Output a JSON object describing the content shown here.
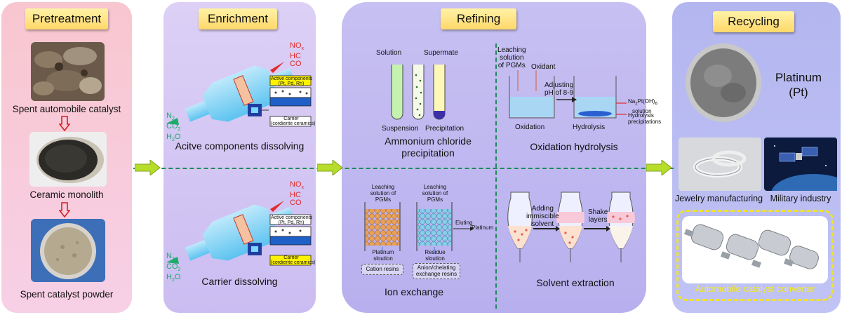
{
  "stages": {
    "pretreatment": "Pretreatment",
    "enrichment": "Enrichment",
    "refining": "Refining",
    "recycling": "Recycling"
  },
  "pretreatment": {
    "spent_catalyst": "Spent automobile catalyst",
    "ceramic_monolith": "Ceramic monolith",
    "catalyst_powder": "Spent catalyst powder"
  },
  "enrichment": {
    "gas_in": [
      "NO",
      "HC",
      "CO"
    ],
    "gas_out": [
      "N",
      "CO",
      "H",
      "O"
    ],
    "gas_in_sub": "x",
    "gas_out_sub": [
      "2",
      "2",
      "2"
    ],
    "active_box": "Active components",
    "active_box2": "(Pt, Pd, Rh)",
    "carrier_box": "Carrier",
    "carrier_box2": "(cordierite ceramics)",
    "top_label": "Acitve components dissolving",
    "bottom_label": "Carrier dissolving"
  },
  "refining": {
    "ammonium": {
      "solution": "Solution",
      "supermate": "Supermate",
      "suspension": "Suspension",
      "precipitation": "Precipitation",
      "title1": "Ammonium chloride",
      "title2": "precipitation"
    },
    "oxidation": {
      "leaching1": "Leaching",
      "leaching2": "solution",
      "leaching3": "of PGMs",
      "oxidant": "Oxidant",
      "adjusting1": "Adjusting",
      "adjusting2": "pH of 8-9",
      "product1a": "Na",
      "product1b": "Pt(OH)",
      "product1c": "solution",
      "hydro1": "Hydrolysis",
      "hydro2": "precipitations",
      "oxidation_lbl": "Oxidation",
      "hydrolysis_lbl": "Hydrolysis",
      "title": "Oxidation hydrolysis"
    },
    "ion": {
      "leach_a1": "Leaching",
      "leach_a2": "solution of",
      "leach_a3": "PGMs",
      "leach_b1": "Leaching",
      "leach_b2": "solution of",
      "leach_b3": "PGMs",
      "eluting": "Eluting",
      "platinum": "Platinum",
      "pt_sol1": "Platinum",
      "pt_sol2": "sloution",
      "res_sol1": "Residue",
      "res_sol2": "sloution",
      "cation": "Cation resins",
      "anion1": "Anion/chelating",
      "anion2": "exchange resins",
      "title": "Ion exchange"
    },
    "solvent": {
      "adding1": "Adding",
      "adding2": "immiscible",
      "adding3": "solvent",
      "shake1": "Shake",
      "shake2": "layers",
      "title": "Solvent extraction"
    }
  },
  "recycling": {
    "platinum1": "Platinum",
    "platinum2": "(Pt)",
    "jewelry": "Jewelry manufacturing",
    "military": "Military industry",
    "converter": "Automobile catalyst converter"
  }
}
